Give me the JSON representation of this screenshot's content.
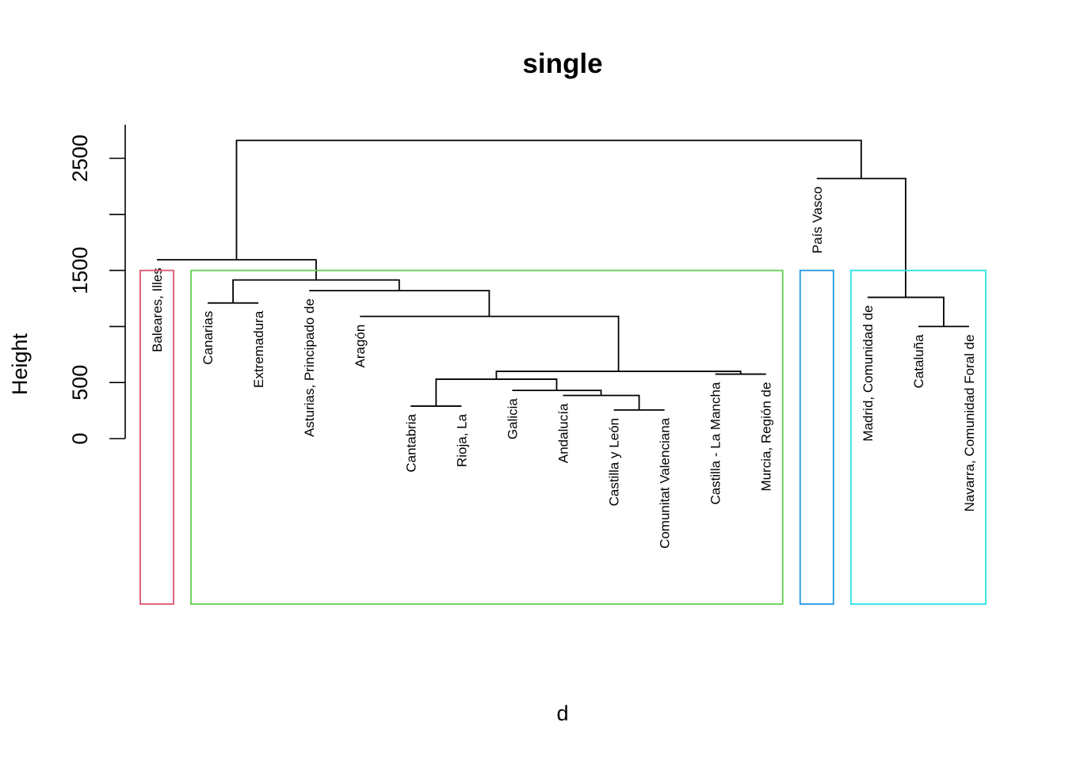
{
  "chart_data": {
    "type": "dendrogram",
    "title": "single",
    "xlabel": "d",
    "ylabel": "Height",
    "ylim": [
      0,
      2800
    ],
    "y_ticks": [
      0,
      500,
      1500,
      2500
    ],
    "y_tick_labels": [
      "0",
      "500",
      "1500",
      "2500"
    ],
    "leaves": [
      "Baleares, Illes",
      "Canarias",
      "Extremadura",
      "Asturias, Principado de",
      "Aragón",
      "Cantabria",
      "Rioja, La",
      "Galicia",
      "Andalucía",
      "Castilla y León",
      "Comunitat Valenciana",
      "Castilla - La Mancha",
      "Murcia, Región de",
      "País Vasco",
      "Madrid, Comunidad de",
      "Cataluña",
      "Navarra, Comunidad Foral de"
    ],
    "merges": [
      {
        "left": "L5",
        "right": "L6",
        "height": 290
      },
      {
        "left": "L9",
        "right": "L10",
        "height": 255
      },
      {
        "left": "L8",
        "right": "M1",
        "height": 385
      },
      {
        "left": "L7",
        "right": "M2",
        "height": 430
      },
      {
        "left": "M0",
        "right": "M3",
        "height": 530
      },
      {
        "left": "L11",
        "right": "L12",
        "height": 575
      },
      {
        "left": "M4",
        "right": "M5",
        "height": 600
      },
      {
        "left": "L4",
        "right": "M6",
        "height": 1090
      },
      {
        "left": "L3",
        "right": "M7",
        "height": 1320
      },
      {
        "left": "L1",
        "right": "L2",
        "height": 1210
      },
      {
        "left": "M9",
        "right": "M8",
        "height": 1415
      },
      {
        "left": "L0",
        "right": "M10",
        "height": 1595
      },
      {
        "left": "L15",
        "right": "L16",
        "height": 1000
      },
      {
        "left": "L14",
        "right": "M12",
        "height": 1260
      },
      {
        "left": "L13",
        "right": "M13",
        "height": 2320
      },
      {
        "left": "M11",
        "right": "M14",
        "height": 2660
      }
    ],
    "leaf_heights": [
      1595,
      1210,
      1210,
      1320,
      1090,
      290,
      290,
      430,
      385,
      255,
      255,
      575,
      575,
      2320,
      1260,
      1000,
      1000
    ],
    "clusters": [
      {
        "leaves": [
          0,
          0
        ],
        "color": "#DF536B",
        "top": 1500
      },
      {
        "leaves": [
          1,
          12
        ],
        "color": "#61D04F",
        "top": 1500
      },
      {
        "leaves": [
          13,
          13
        ],
        "color": "#2297E6",
        "top": 1500
      },
      {
        "leaves": [
          14,
          16
        ],
        "color": "#28E2E5",
        "top": 1500
      }
    ],
    "grid": false,
    "legend": "none"
  }
}
